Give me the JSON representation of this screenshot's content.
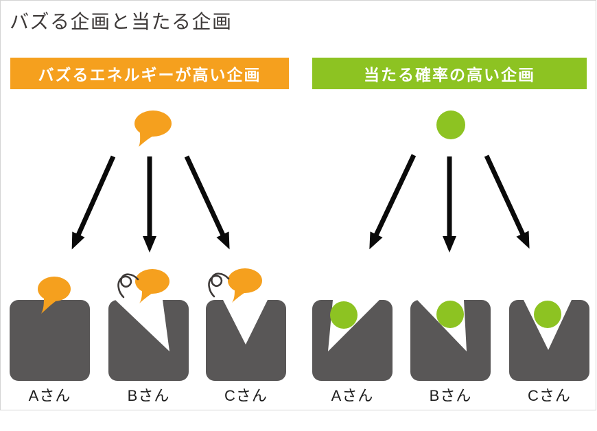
{
  "title": "バズる企画と当たる企画",
  "colors": {
    "orange": "#F5A01E",
    "green": "#8DC322",
    "body_gray": "#595757",
    "title_gray": "#3E3A39",
    "arrow_black": "#0a0a0a",
    "squiggle_gray": "#3E3A39"
  },
  "left_section": {
    "banner": "バズるエネルギーが高い企画",
    "source_icon": "speech-bubble-icon",
    "persons": [
      {
        "label": "Aさん",
        "marker_icon": "speech-bubble-landed-icon"
      },
      {
        "label": "Bさん",
        "marker_icon": "speech-bubble-deflected-icon"
      },
      {
        "label": "Cさん",
        "marker_icon": "speech-bubble-deflected-icon"
      }
    ]
  },
  "right_section": {
    "banner": "当たる確率の高い企画",
    "source_icon": "ball-icon",
    "persons": [
      {
        "label": "Aさん",
        "marker_icon": "ball-caught-icon"
      },
      {
        "label": "Bさん",
        "marker_icon": "ball-caught-icon"
      },
      {
        "label": "Cさん",
        "marker_icon": "ball-caught-icon"
      }
    ]
  }
}
